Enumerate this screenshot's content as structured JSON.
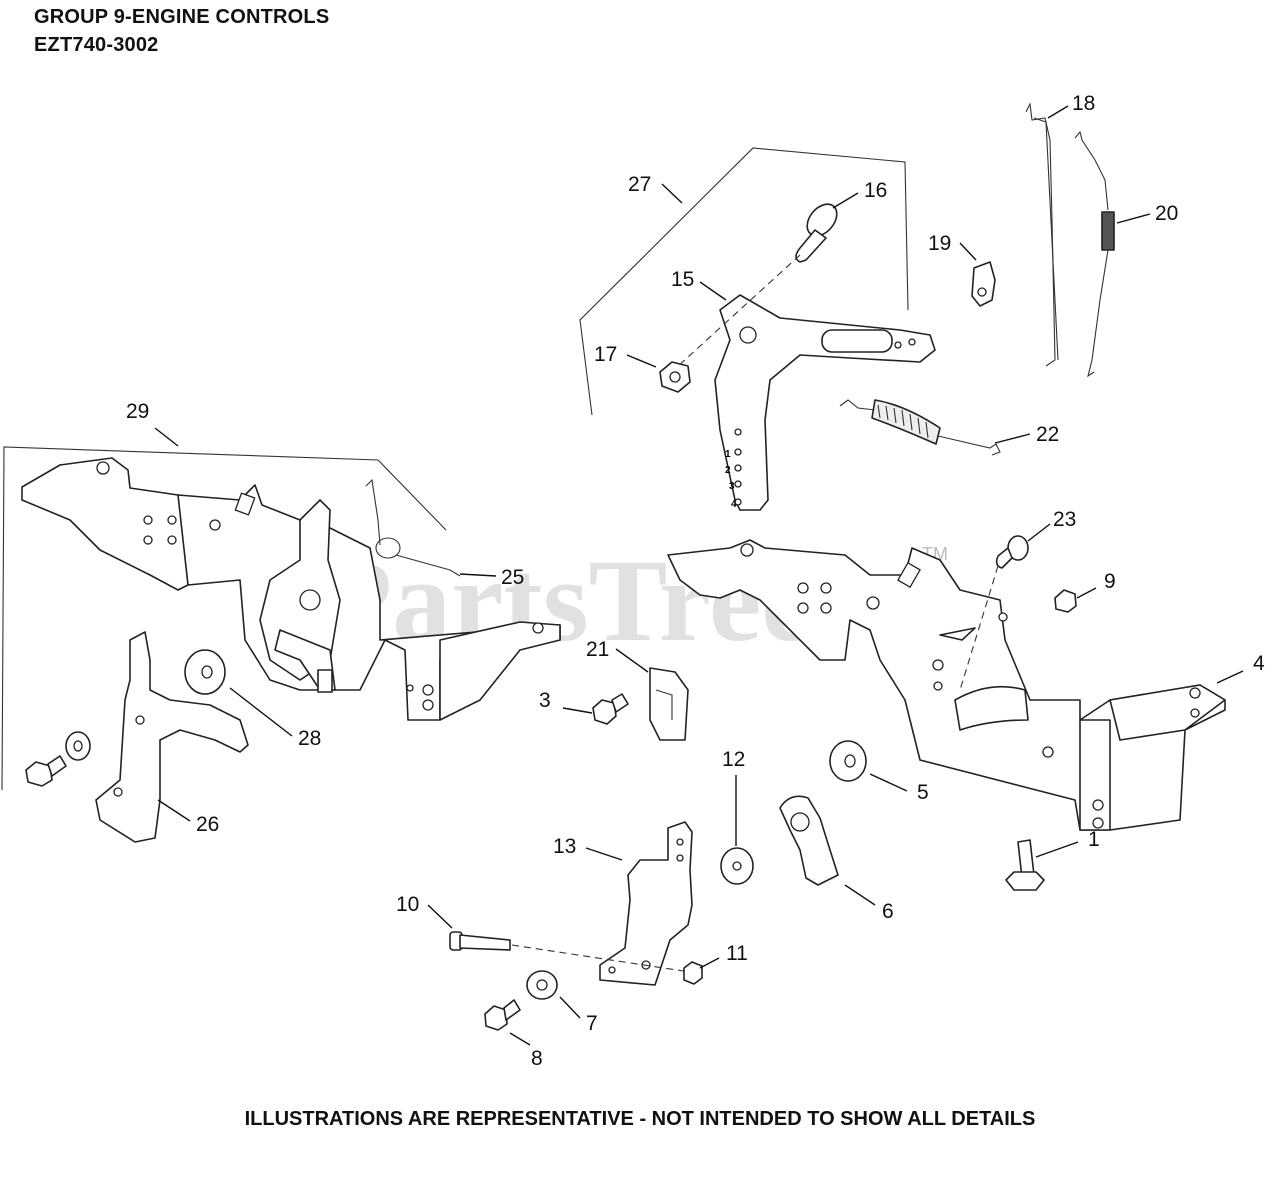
{
  "header": {
    "group_title": "GROUP 9-ENGINE CONTROLS",
    "model": "EZT740-3002"
  },
  "watermark": {
    "text": "PartsTree",
    "mark": "TM"
  },
  "footer": {
    "note": "ILLUSTRATIONS ARE REPRESENTATIVE - NOT INTENDED TO SHOW ALL DETAILS"
  },
  "callouts": [
    "1",
    "3",
    "4",
    "5",
    "6",
    "7",
    "8",
    "9",
    "10",
    "11",
    "12",
    "13",
    "15",
    "16",
    "17",
    "18",
    "19",
    "20",
    "21",
    "22",
    "23",
    "25",
    "26",
    "27",
    "28",
    "29"
  ],
  "lever_marks": [
    "1",
    "2",
    "3",
    "4"
  ]
}
